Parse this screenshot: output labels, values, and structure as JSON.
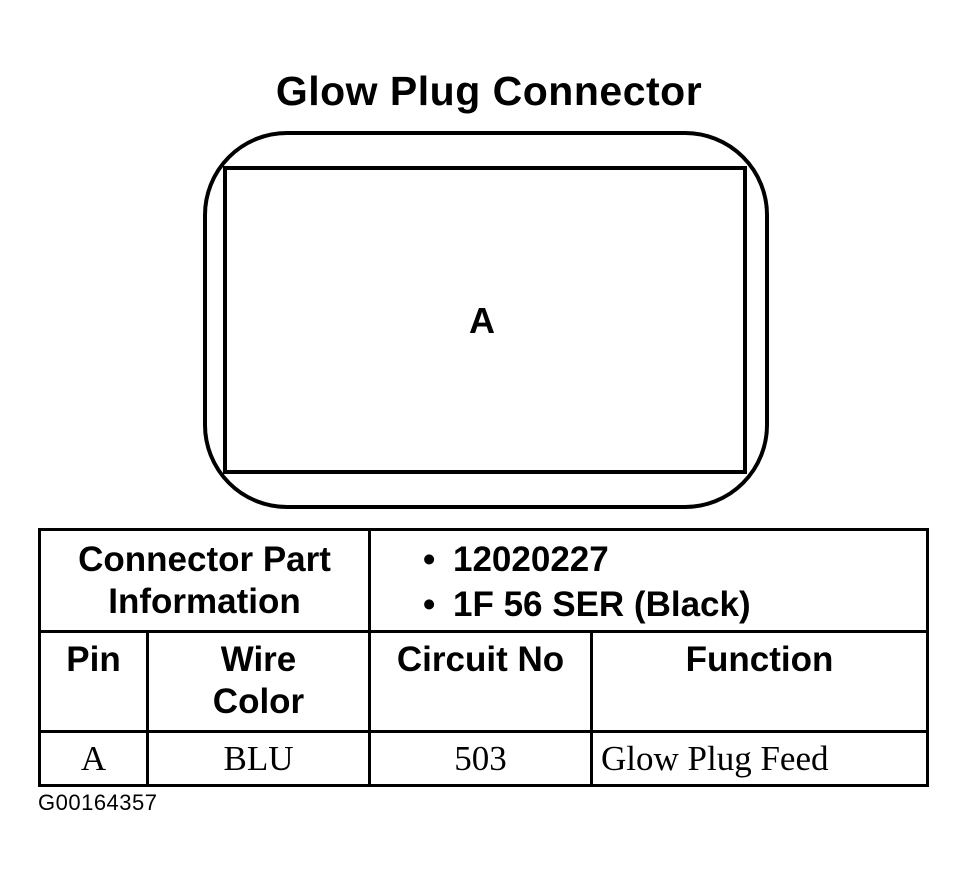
{
  "title": "Glow Plug Connector",
  "connector": {
    "pin_label": "A"
  },
  "part_info": {
    "label_line1": "Connector Part",
    "label_line2": "Information",
    "part_numbers": [
      "12020227",
      "1F 56 SER (Black)"
    ],
    "bullet": "•"
  },
  "table": {
    "headers": {
      "pin": "Pin",
      "wire_color_line1": "Wire",
      "wire_color_line2": "Color",
      "circuit": "Circuit No",
      "function": "Function"
    },
    "rows": [
      {
        "pin": "A",
        "wire_color": "BLU",
        "circuit": "503",
        "function": "Glow Plug Feed"
      }
    ]
  },
  "figure_id": "G00164357"
}
